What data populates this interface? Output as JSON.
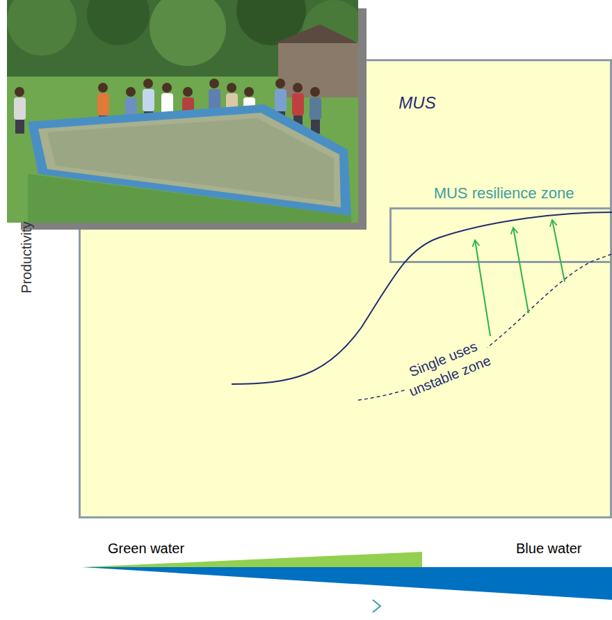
{
  "diagram": {
    "nodes": [
      {
        "text": [
          "MUS"
        ]
      },
      {
        "text": [
          "MUS resilience zone"
        ],
        "in": 0
      }
    ],
    "labels": [
      "Productivity",
      "Single uses unstable zone",
      "Green water",
      "Blue water"
    ]
  }
}
